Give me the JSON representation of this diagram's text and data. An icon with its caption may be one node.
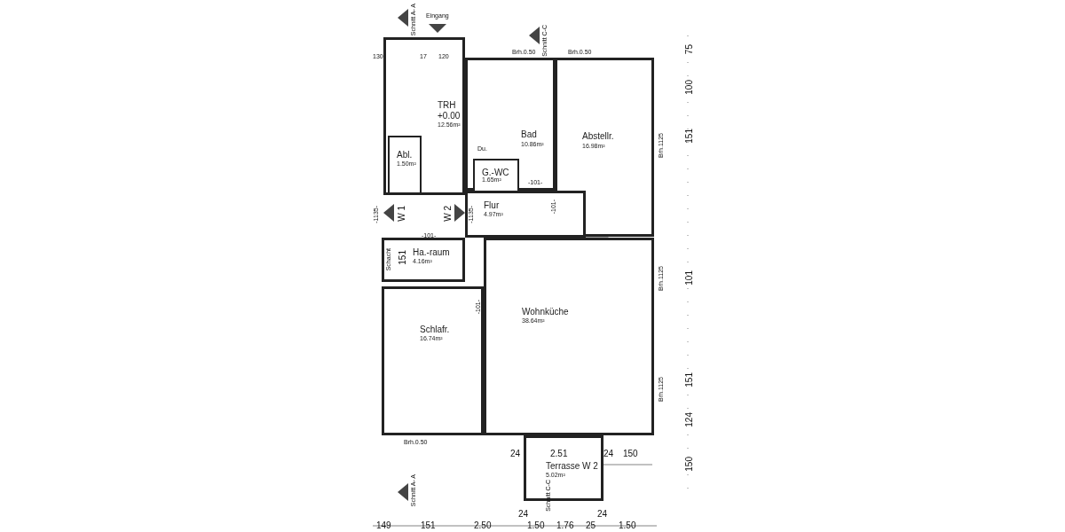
{
  "diagram": {
    "nodes": [
      {
        "text": [
          "TRH",
          "+0.00",
          "12.56m²"
        ]
      },
      {
        "text": [
          "Abl.",
          "1.50m²"
        ],
        "in": 0
      },
      {
        "text": [
          "Bad",
          "10.86m²"
        ]
      },
      {
        "text": [
          "G.-WC",
          "1.65m²"
        ],
        "in": 2
      },
      {
        "text": [
          "Abstellr.",
          "16.98m²"
        ],
        "beside": [
          "Brh.0.50"
        ]
      },
      {
        "text": [
          "Flur",
          "4.97m²"
        ]
      },
      {
        "text": [
          "Ha.-raum",
          "4.16m²"
        ]
      },
      {
        "text": [
          "Schlafr.",
          "16.74m²"
        ],
        "beside": [
          "Brh.0.50"
        ]
      },
      {
        "text": [
          "Wohnküche",
          "38.64m²"
        ]
      },
      {
        "text": [
          "Terrasse W 2",
          "5.02m²"
        ]
      }
    ],
    "edges": [],
    "labels": [
      "Schnitt A- A",
      "Eingang",
      "Schnitt C-C",
      "130",
      "17",
      "120",
      "Brh.0.50",
      "Du.",
      "-101-",
      "-101-",
      "-1135-",
      "W 1",
      "W 2",
      "-1135-",
      "-101-",
      "Schacht",
      "151",
      "-101-",
      "Brh.1125",
      "Brh.1125",
      "Brh.1125",
      "75",
      "100",
      "151",
      "101",
      "151",
      "124",
      "150",
      "24",
      "2.51",
      "24",
      "150",
      "Schnitt A- A",
      "Schnitt C-C",
      "149",
      "151",
      "2.50",
      "24",
      "1.50",
      "1.76",
      "25",
      "24",
      "1.50"
    ]
  }
}
